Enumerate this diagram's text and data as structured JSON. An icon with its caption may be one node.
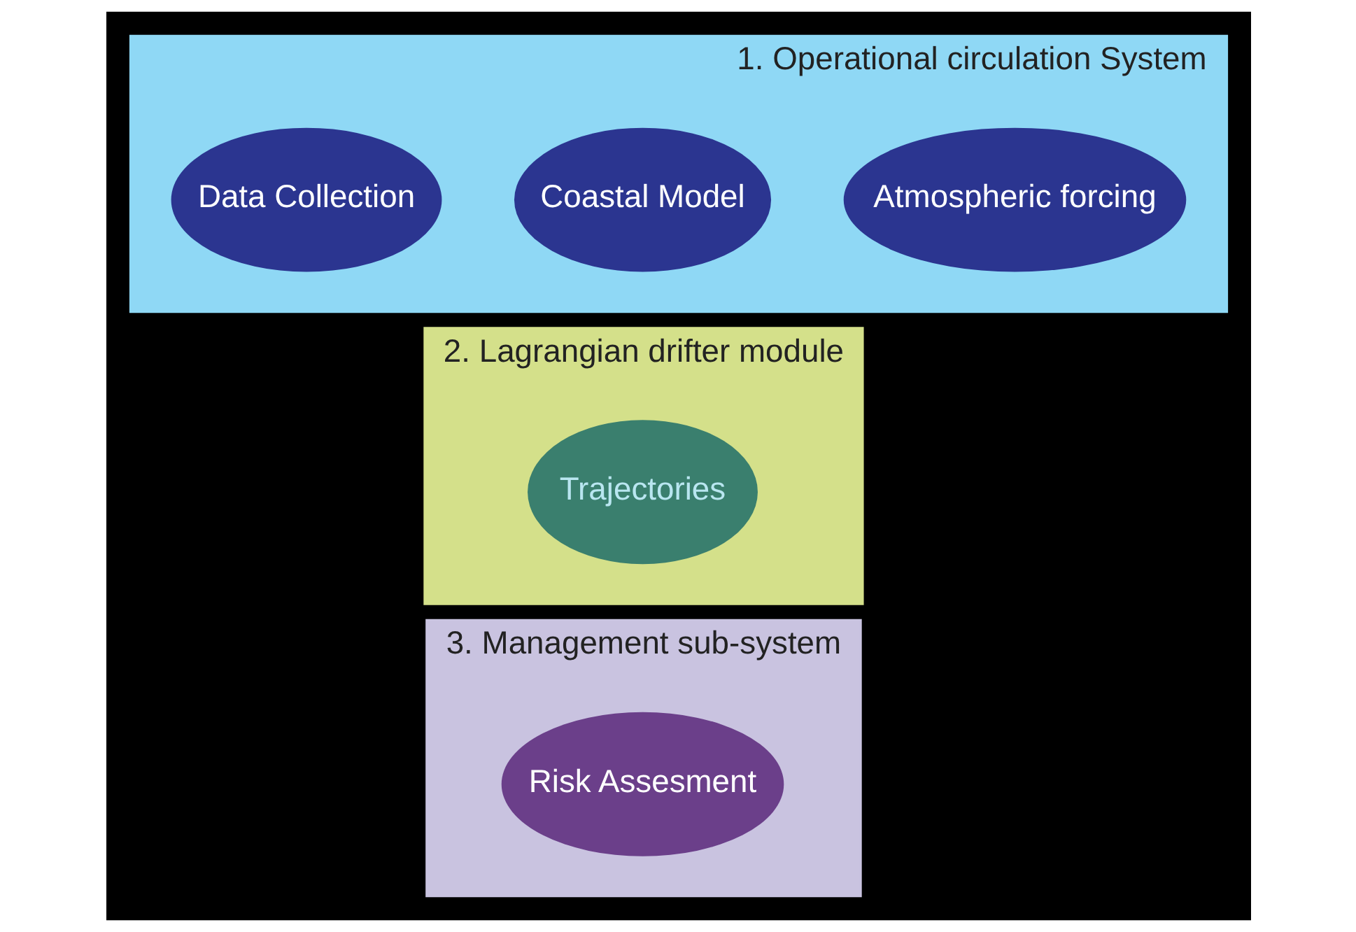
{
  "diagram": {
    "nodes": [
      {
        "text": [
          "1. Operational circulation System"
        ]
      },
      {
        "text": [
          "Atmospheric forcing"
        ],
        "in": 0
      },
      {
        "text": [
          "Coastal Model"
        ],
        "in": 0
      },
      {
        "text": [
          "Data Collection"
        ],
        "in": 0
      },
      {
        "text": [
          "2. Lagrangian drifter module"
        ]
      },
      {
        "text": [
          "Trajectories"
        ],
        "in": 4
      },
      {
        "text": [
          "3. Management sub-system"
        ]
      },
      {
        "text": [
          "Risk Assesment"
        ],
        "in": 6
      }
    ]
  }
}
